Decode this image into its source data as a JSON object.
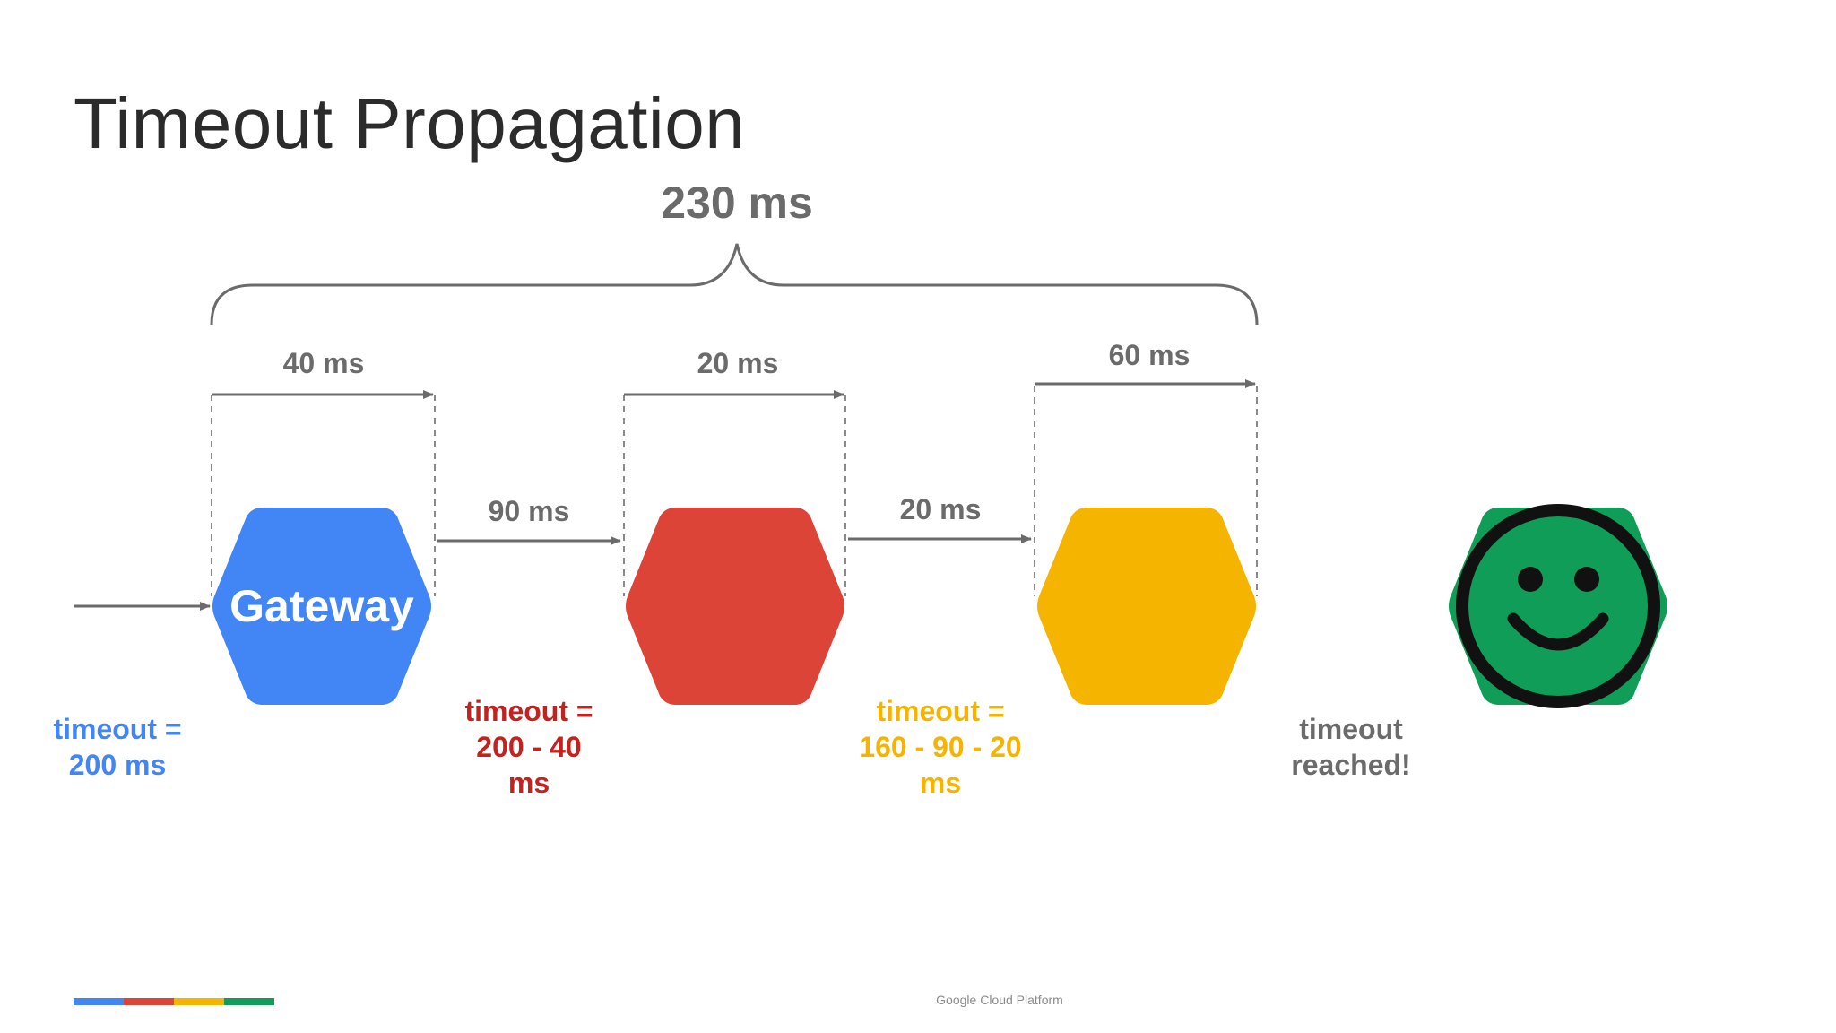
{
  "slide": {
    "title": "Timeout Propagation",
    "footer": "Google Cloud Platform"
  },
  "colors": {
    "blue": "#4285f4",
    "red": "#db4437",
    "yellow": "#f4b400",
    "green": "#0f9d58",
    "gray": "#6b6b6b"
  },
  "diagram": {
    "total_span": "230 ms",
    "spans": {
      "gateway_processing": "40 ms",
      "gateway_to_red": "90 ms",
      "red_processing": "20 ms",
      "red_to_yellow": "20 ms",
      "yellow_processing": "60 ms"
    },
    "nodes": {
      "gateway": {
        "label": "Gateway",
        "color": "#4285f4"
      },
      "red": {
        "color": "#db4437"
      },
      "yellow": {
        "color": "#f4b400"
      },
      "green": {
        "color": "#0f9d58",
        "icon": "smiley-face-icon"
      }
    },
    "notes": {
      "gateway": [
        "timeout =",
        "200 ms"
      ],
      "red": [
        "timeout =",
        "200 - 40",
        "ms"
      ],
      "yellow": [
        "timeout =",
        "160 - 90 - 20",
        "ms"
      ],
      "end": [
        "timeout",
        "reached!"
      ]
    }
  }
}
